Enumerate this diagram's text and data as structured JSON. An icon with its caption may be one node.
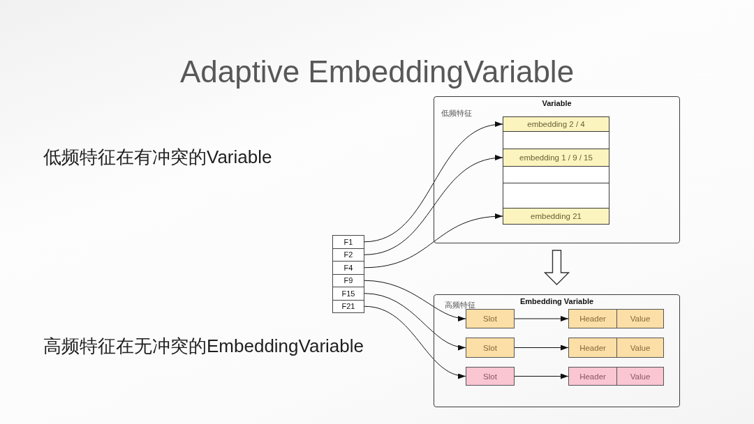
{
  "diagram": {
    "title": "Adaptive EmbeddingVariable",
    "nodes": [
      {
        "text": [
          "Variable",
          "低频特征"
        ]
      },
      {
        "text": [
          "embedding 2 / 4"
        ],
        "in": 0
      },
      {
        "text": [],
        "shape": "box",
        "in": 0
      },
      {
        "text": [
          "embedding 1 / 9 / 15"
        ],
        "in": 0
      },
      {
        "text": [],
        "shape": "box",
        "in": 0
      },
      {
        "text": [],
        "shape": "box",
        "in": 0
      },
      {
        "text": [
          "embedding 21"
        ],
        "in": 0
      },
      {
        "text": [
          "F1"
        ]
      },
      {
        "text": [
          "F2"
        ]
      },
      {
        "text": [
          "F4"
        ]
      },
      {
        "text": [
          "F9"
        ]
      },
      {
        "text": [
          "F15"
        ]
      },
      {
        "text": [
          "F21"
        ]
      },
      {
        "text": [
          "Embedding Variable",
          "高频特征"
        ]
      },
      {
        "text": [
          "Slot"
        ],
        "in": 13
      },
      {
        "text": [
          "Header"
        ],
        "in": 13
      },
      {
        "text": [
          "Value"
        ],
        "in": 13
      },
      {
        "text": [
          "Slot"
        ],
        "in": 13
      },
      {
        "text": [
          "Header"
        ],
        "in": 13
      },
      {
        "text": [
          "Value"
        ],
        "in": 13
      },
      {
        "text": [
          "Slot"
        ],
        "in": 13
      },
      {
        "text": [
          "Header"
        ],
        "in": 13
      },
      {
        "text": [
          "Value"
        ],
        "in": 13
      }
    ],
    "edges": [
      {
        "from": 7,
        "to": 1,
        "arrow": "to"
      },
      {
        "from": 8,
        "to": 3,
        "arrow": "to"
      },
      {
        "from": 9,
        "to": 6,
        "arrow": "to"
      },
      {
        "from": 10,
        "to": 14,
        "arrow": "to"
      },
      {
        "from": 11,
        "to": 17,
        "arrow": "to"
      },
      {
        "from": 12,
        "to": 20,
        "arrow": "to"
      },
      {
        "from": 14,
        "to": 15,
        "arrow": "to"
      },
      {
        "from": 17,
        "to": 18,
        "arrow": "to"
      },
      {
        "from": 20,
        "to": 21,
        "arrow": "to"
      },
      {
        "from": 0,
        "to": 13,
        "arrow": "to"
      }
    ],
    "labels": [
      "低频特征在有冲突的Variable",
      "高频特征在无冲突的EmbeddingVariable"
    ]
  }
}
